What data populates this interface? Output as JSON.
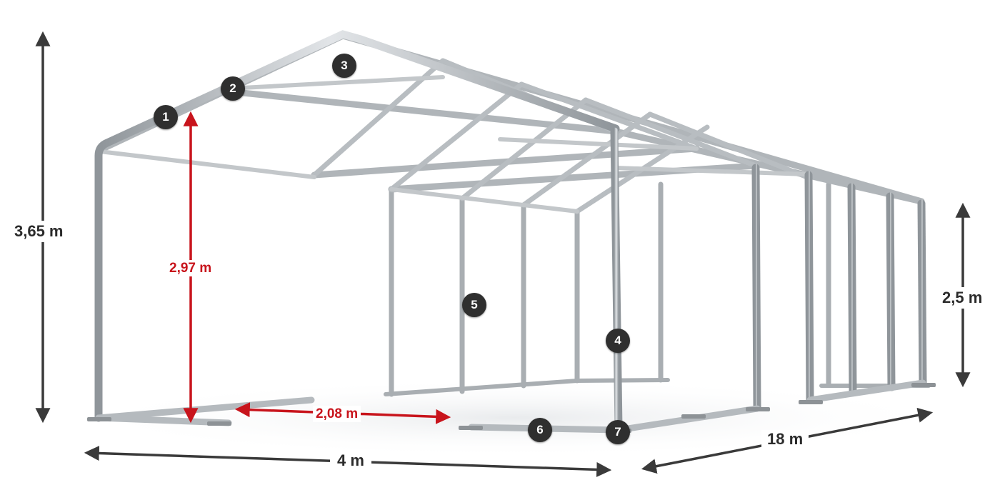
{
  "dimensions": {
    "height_total": "3,65 m",
    "height_inner": "2,97 m",
    "height_side": "2,5 m",
    "door_width": "2,08 m",
    "width": "4 m",
    "length": "18 m"
  },
  "markers": [
    "1",
    "2",
    "3",
    "4",
    "5",
    "6",
    "7"
  ],
  "colors": {
    "accent_red": "#c8141c",
    "arrow_dark": "#3a3a3a",
    "pipe": "#b9bdc1",
    "badge": "#2f2f2f"
  }
}
